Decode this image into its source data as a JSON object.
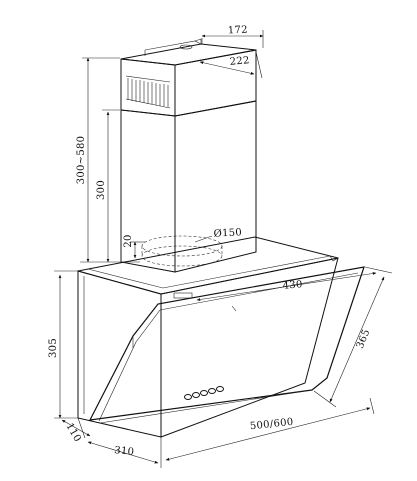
{
  "drawing": {
    "stroke_color": "#111111",
    "background": "#ffffff",
    "dimensions": {
      "duct_depth": "172",
      "duct_width": "222",
      "total_chimney_height": "300~580",
      "chimney_height": "300",
      "outlet_height": "20",
      "outlet_diameter": "Ø150",
      "hood_top_width": "430",
      "glass_panel_length": "365",
      "hood_height": "305",
      "bottom_offset": "110",
      "hood_depth": "310",
      "hood_width": "500/600"
    }
  }
}
